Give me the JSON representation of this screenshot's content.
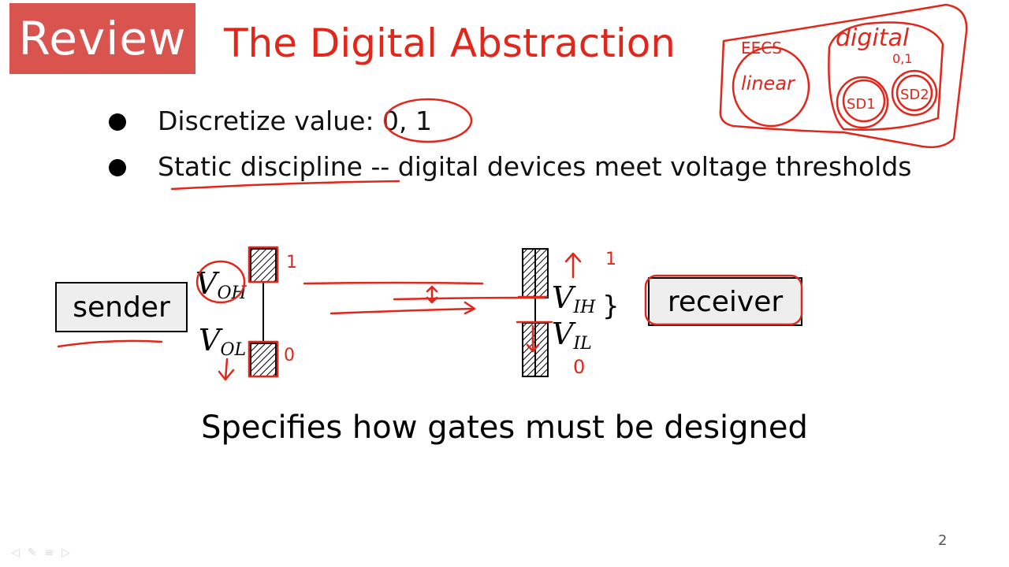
{
  "header": {
    "review_label": "Review",
    "title": "The Digital Abstraction"
  },
  "bullets": [
    {
      "text": "Discretize value: 0, 1"
    },
    {
      "text": "Static discipline -- digital devices meet voltage thresholds"
    }
  ],
  "diagram": {
    "sender_label": "sender",
    "receiver_label": "receiver",
    "voh": {
      "base": "V",
      "sub": "OH"
    },
    "vol": {
      "base": "V",
      "sub": "OL"
    },
    "vih": {
      "base": "V",
      "sub": "IH"
    },
    "vil": {
      "base": "V",
      "sub": "IL"
    }
  },
  "annotations": {
    "eecs": "EECS",
    "digital": "digital",
    "digital_values": "0,1",
    "linear": "linear",
    "sd1": "SD1",
    "sd2": "SD2",
    "one_sender": "1",
    "zero_sender": "0",
    "one_receiver": "1",
    "zero_receiver": "0",
    "brace": "}",
    "colors": {
      "ink": "#e3261a",
      "review_bg": "#d9534f"
    }
  },
  "caption": "Specifies how gates must be designed",
  "page_number": "2",
  "toolbar": {
    "icons": [
      "arrow-left-icon",
      "pen-icon",
      "menu-icon",
      "arrow-right-icon"
    ]
  }
}
